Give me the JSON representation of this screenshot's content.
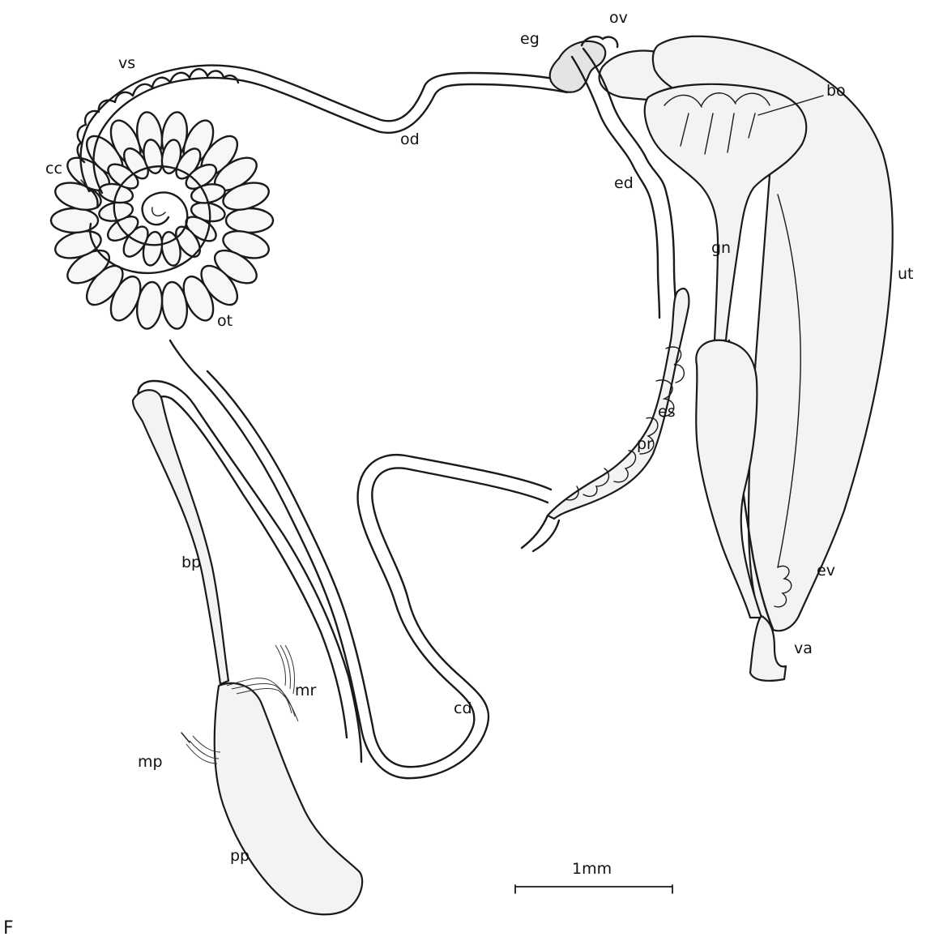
{
  "figure": {
    "caption_fragment": "F",
    "labels": {
      "vs": "vs",
      "cc": "cc",
      "ot": "ot",
      "od": "od",
      "eg": "eg",
      "ov": "ov",
      "bo": "bo",
      "ed": "ed",
      "gn": "gn",
      "ut": "ut",
      "es": "es",
      "pr": "pr",
      "ev": "ev",
      "va": "va",
      "bp": "bp",
      "mr": "mr",
      "mp": "mp",
      "cd": "cd",
      "pp": "pp"
    },
    "scale_bar": {
      "label": "1mm"
    }
  },
  "colors": {
    "ink": "#1a1a1a",
    "organ_fill": "#f3f3f3",
    "organ_shade": "#e4e4e4",
    "background": "#ffffff"
  }
}
